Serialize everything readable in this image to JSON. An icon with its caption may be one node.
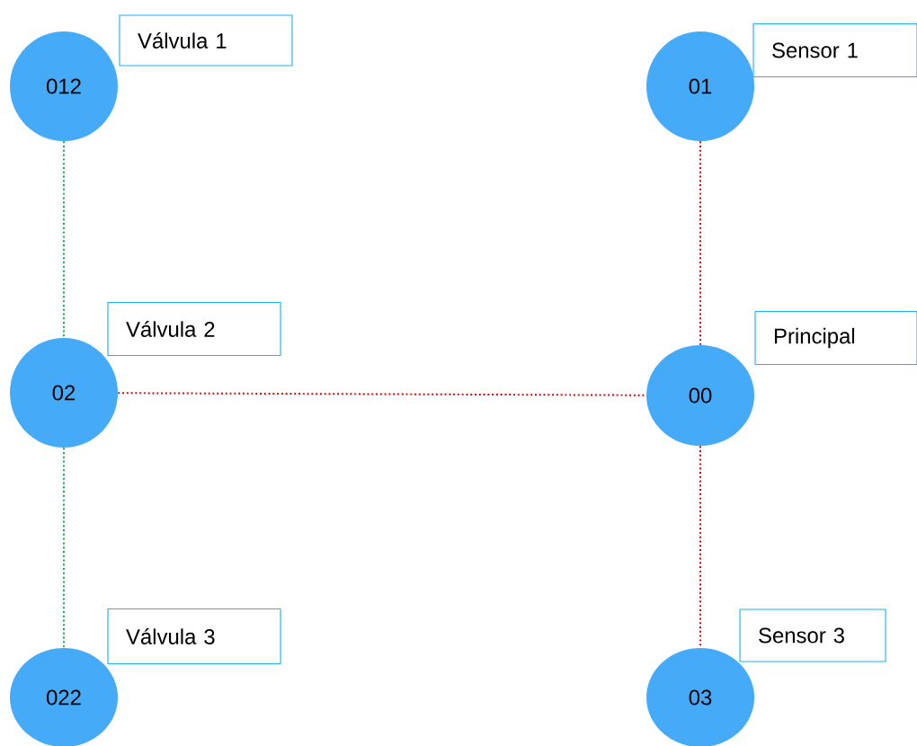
{
  "diagram": {
    "nodes": [
      {
        "text": [
          "Válvula 1"
        ]
      },
      {
        "text": [
          "Sensor 1"
        ]
      },
      {
        "text": [
          "012"
        ]
      },
      {
        "text": [
          "01"
        ]
      },
      {
        "text": [
          "Válvula 2"
        ]
      },
      {
        "text": [
          "Principal"
        ]
      },
      {
        "text": [
          "02"
        ]
      },
      {
        "text": [
          "00"
        ]
      },
      {
        "text": [
          "Válvula 3"
        ]
      },
      {
        "text": [
          "Sensor 3"
        ]
      },
      {
        "text": [
          "022"
        ]
      },
      {
        "text": [
          "03"
        ]
      }
    ],
    "edges": [
      {
        "from": 2,
        "to": 6,
        "arrow": "none",
        "color": "#00b050"
      },
      {
        "from": 6,
        "to": 10,
        "arrow": "none",
        "color": "#00b050"
      },
      {
        "from": 3,
        "to": 7,
        "arrow": "none"
      },
      {
        "from": 6,
        "to": 7,
        "arrow": "none"
      },
      {
        "from": 7,
        "to": 11,
        "arrow": "none"
      }
    ]
  }
}
